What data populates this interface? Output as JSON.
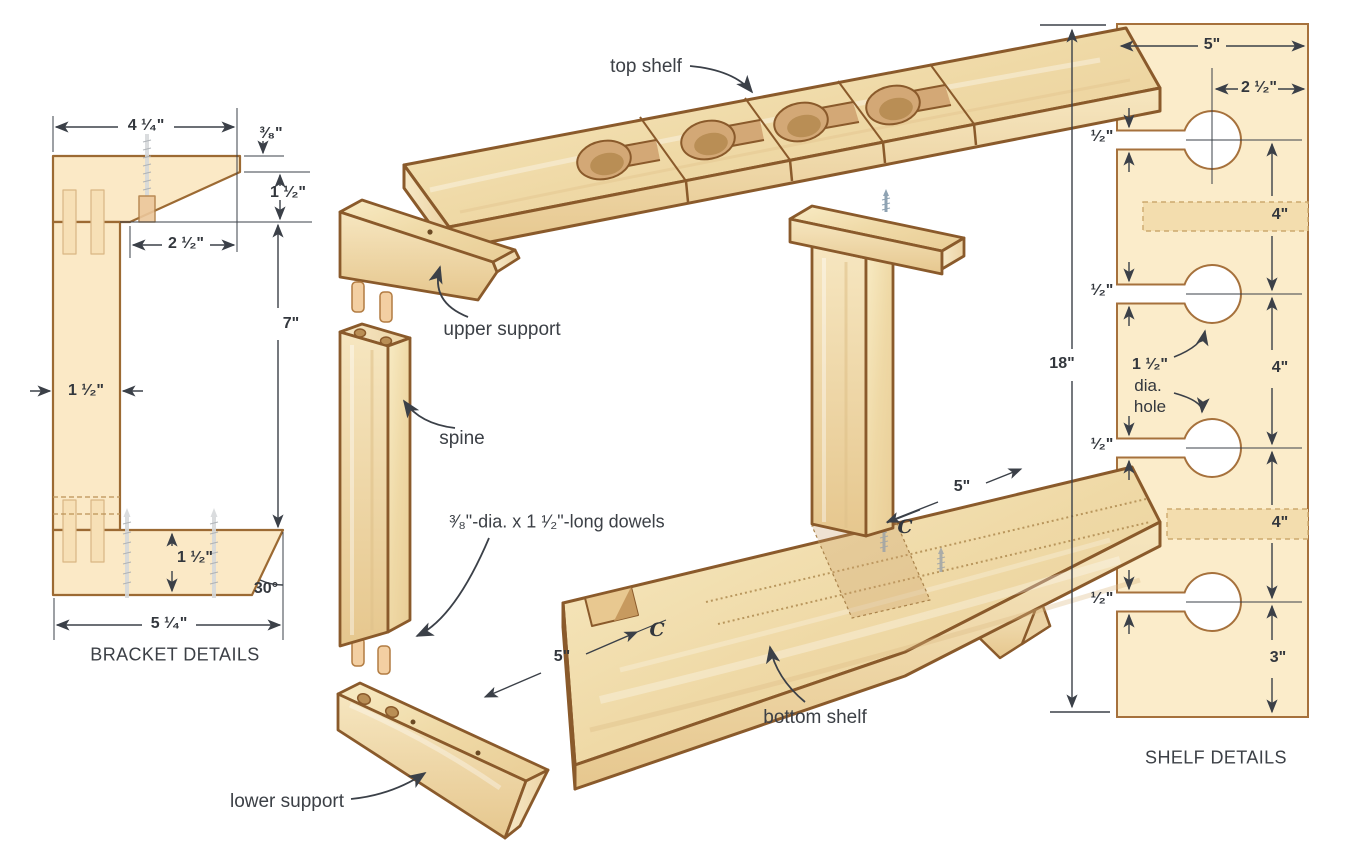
{
  "bracket_details": {
    "title": "BRACKET DETAILS",
    "top_width": "4 ¹⁄₄\"",
    "tip_thickness": "³⁄₈\"",
    "upper_height": "1 ¹⁄₂\"",
    "notch_width": "2 ¹⁄₂\"",
    "spine_height": "7\"",
    "spine_width": "1 ¹⁄₂\"",
    "lower_height": "1 ¹⁄₂\"",
    "bevel_angle": "30°",
    "bottom_width": "5 ¹⁄₄\""
  },
  "exploded_view": {
    "top_shelf_label": "top shelf",
    "upper_support_label": "upper support",
    "spine_label": "spine",
    "dowel_note": "³⁄₈\"-dia. x 1 ¹⁄₂\"-long dowels",
    "bottom_shelf_label": "bottom shelf",
    "lower_support_label": "lower support",
    "notch_depth_left": "5\"",
    "notch_depth_right": "5\"",
    "centerline_left": "C",
    "centerline_right": "C"
  },
  "shelf_details": {
    "title": "SHELF DETAILS",
    "width": "5\"",
    "hole_offset": "2 ¹⁄₂\"",
    "slot_widths": [
      "¹⁄₂\"",
      "¹⁄₂\"",
      "¹⁄₂\"",
      "¹⁄₂\""
    ],
    "hole_spacings": [
      "4\"",
      "4\"",
      "4\""
    ],
    "bottom_spacing": "3\"",
    "total_height": "18\"",
    "hole_note_line1": "1 ¹⁄₂\"",
    "hole_note_line2": "dia.",
    "hole_note_line3": "hole"
  }
}
